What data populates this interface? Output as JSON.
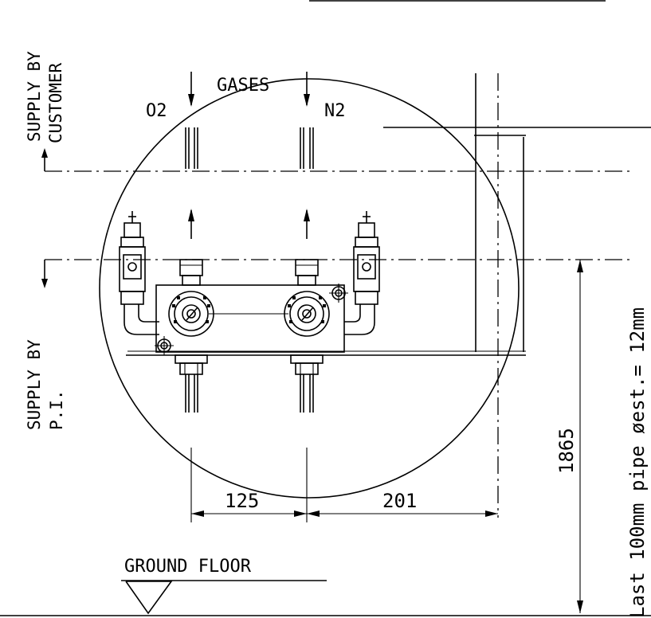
{
  "labels": {
    "supply_customer_line1": "SUPPLY BY",
    "supply_customer_line2": "CUSTOMER",
    "supply_pi_line1": "SUPPLY BY",
    "supply_pi_line2": "P.I.",
    "gases": "GASES",
    "o2": "O2",
    "n2": "N2",
    "ground_floor": "GROUND FLOOR"
  },
  "dimensions": {
    "spacing_125": "125",
    "spacing_201": "201",
    "height_1865": "1865"
  },
  "note": "Last 100mm pipe øest.= 12mm"
}
